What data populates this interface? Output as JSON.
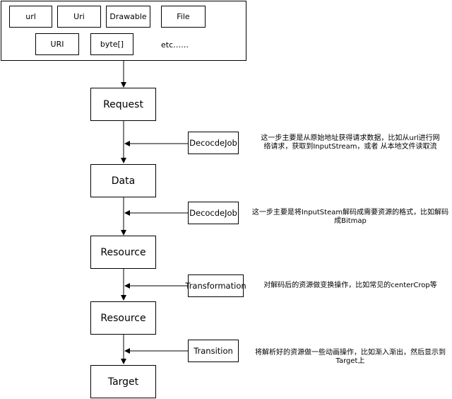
{
  "sources": {
    "row1": [
      "url",
      "Uri",
      "Drawable",
      "File"
    ],
    "row2": [
      "URI",
      "byte[]"
    ],
    "etc_label": "etc……"
  },
  "stages": {
    "request": "Request",
    "data": "Data",
    "resource_1": "Resource",
    "resource_2": "Resource",
    "target": "Target"
  },
  "steps": {
    "decode_1": "DecocdeJob",
    "decode_2": "DecocdeJob",
    "transformation": "Transformation",
    "transition": "Transition"
  },
  "notes": {
    "decode_1_line1": "这一步主要是从原始地址获得请求数据，比如从url进行网",
    "decode_1_line2": "络请求，获取到InputStream，或者 从本地文件读取流",
    "decode_2_line1": "这一步主要是将InputSteam解码成需要资源的格式，比如解码",
    "decode_2_line2": "成Bitmap",
    "transformation_line1": "对解码后的资源做变换操作，比如常见的centerCrop等",
    "transition_line1": "将解析好的资源做一些动画操作，比如渐入渐出，然后显示到",
    "transition_line2": "Target上"
  },
  "colors": {
    "stroke": "#000000",
    "background": "#ffffff"
  }
}
